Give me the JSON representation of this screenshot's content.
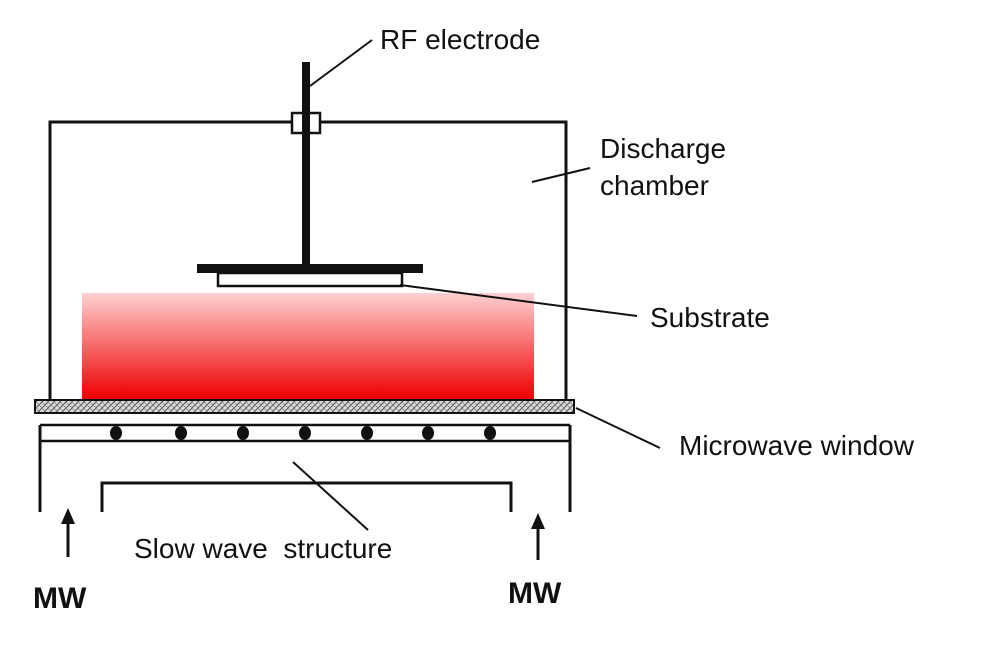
{
  "labels": {
    "rf_electrode": "RF electrode",
    "discharge_line1": "Discharge",
    "discharge_line2": "chamber",
    "substrate": "Substrate",
    "microwave_window": "Microwave window",
    "slow_wave_structure": "Slow wave  structure",
    "mw_left": "MW",
    "mw_right": "MW"
  },
  "colors": {
    "line": "#111111",
    "plasma_top": "#ffd0d0",
    "plasma_bottom": "#ee0000",
    "window_fill": "#d8d8d8"
  }
}
